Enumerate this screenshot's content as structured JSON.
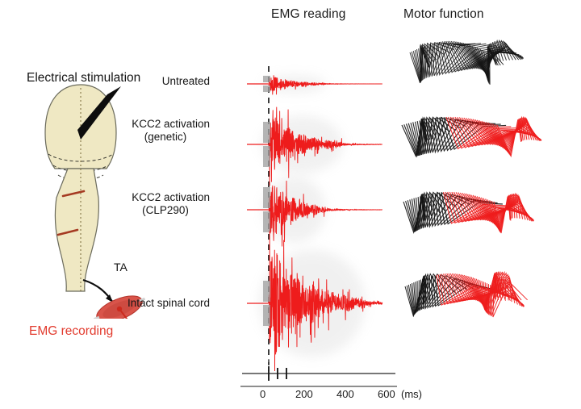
{
  "headers": {
    "emg": "EMG reading",
    "motor": "Motor function"
  },
  "anatomy": {
    "title": "Electrical stimulation",
    "muscle_label": "TA",
    "recording_label": "EMG recording",
    "colors": {
      "tissue": "#EFE8C3",
      "tissue_stroke": "#6a6a5a",
      "lesion": "#a53a22",
      "muscle": "#d9544a",
      "electrode": "#111111",
      "emg_text": "#e23b2e"
    }
  },
  "emg": {
    "conditions": [
      {
        "id": "untreated",
        "label_line1": "Untreated",
        "label_line2": ""
      },
      {
        "id": "kcc2-genetic",
        "label_line1": "KCC2 activation",
        "label_line2": "(genetic)"
      },
      {
        "id": "kcc2-clp290",
        "label_line1": "KCC2 activation",
        "label_line2": "(CLP290)"
      },
      {
        "id": "intact",
        "label_line1": "Intact spinal cord",
        "label_line2": ""
      }
    ],
    "trace_color": "#ee1c1c",
    "stim_marker_color": "#9e9e9e",
    "stim_line_label": "0",
    "axis": {
      "unit": "(ms)",
      "ticks": [
        "0",
        "200",
        "400",
        "600"
      ],
      "tick_values": [
        0,
        200,
        400,
        600
      ],
      "range_ms": [
        -60,
        660
      ],
      "stim_pulse_times_ms": [
        0,
        40,
        80
      ]
    }
  },
  "motor": {
    "panels": [
      {
        "id": "motor-untreated",
        "colors": [
          "#141414"
        ]
      },
      {
        "id": "motor-kcc2-genetic",
        "colors": [
          "#141414",
          "#ee1c1c"
        ]
      },
      {
        "id": "motor-kcc2-clp290",
        "colors": [
          "#141414",
          "#ee1c1c"
        ]
      },
      {
        "id": "motor-intact",
        "colors": [
          "#141414",
          "#ee1c1c"
        ]
      }
    ]
  },
  "chart_data": {
    "type": "line",
    "title": "EMG reading",
    "xlabel": "(ms)",
    "ylabel": "",
    "xlim": [
      -60,
      660
    ],
    "grid": false,
    "legend_position": "left-labels",
    "annotations": [
      "stimulus onset dashed line at 0 ms"
    ],
    "series": [
      {
        "name": "Untreated",
        "onset_ms": 0,
        "burst_duration_ms": 330,
        "peak_amplitude_rel": 0.17,
        "description": "small low-amplitude EMG burst, rapid decay"
      },
      {
        "name": "KCC2 activation (genetic)",
        "onset_ms": 0,
        "burst_duration_ms": 430,
        "peak_amplitude_rel": 0.55,
        "description": "moderate amplitude burst with intermittent secondary bursts"
      },
      {
        "name": "KCC2 activation (CLP290)",
        "onset_ms": 0,
        "burst_duration_ms": 330,
        "peak_amplitude_rel": 0.62,
        "description": "moderate-high amplitude rhythmic bursting"
      },
      {
        "name": "Intact spinal cord",
        "onset_ms": 0,
        "burst_duration_ms": 560,
        "peak_amplitude_rel": 1.0,
        "description": "large sustained high-amplitude EMG activity"
      }
    ]
  }
}
